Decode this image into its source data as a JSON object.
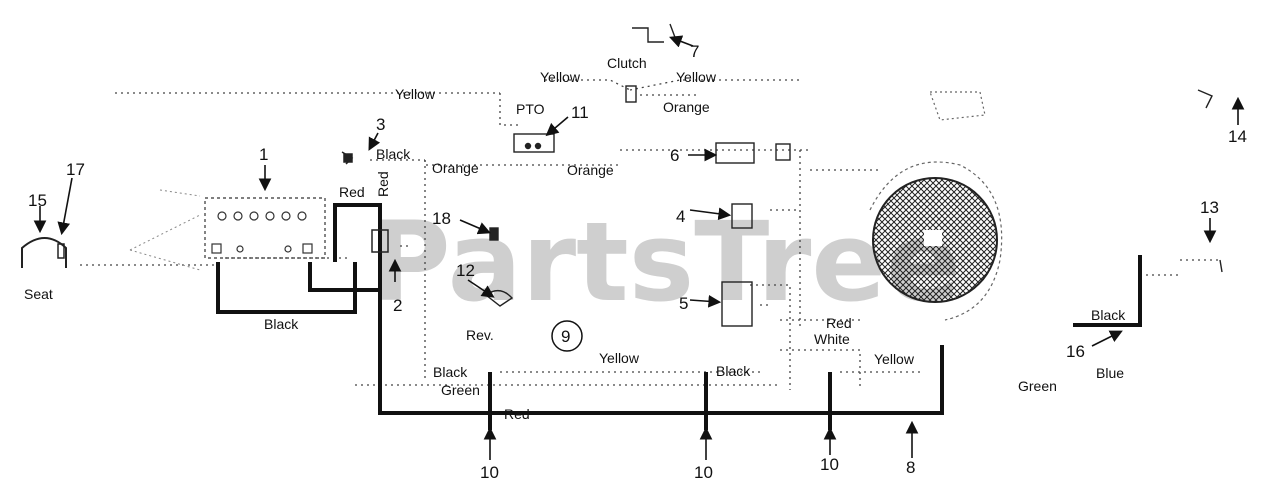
{
  "watermark": "PartsTree",
  "wire_labels": {
    "yellow_top": "Yellow",
    "yellow_clutch_left": "Yellow",
    "yellow_clutch_right": "Yellow",
    "clutch": "Clutch",
    "orange_clutch": "Orange",
    "pto": "PTO",
    "black_switch": "Black",
    "red_vertical": "Red",
    "red_battery": "Red",
    "orange_left": "Orange",
    "orange_right": "Orange",
    "black_battery": "Black",
    "rev": "Rev.",
    "yellow_mid": "Yellow",
    "black_bottom_left": "Black",
    "green_bottom_left": "Green",
    "red_bottom": "Red",
    "black_mid": "Black",
    "red_right": "Red",
    "white_right": "White",
    "yellow_right": "Yellow",
    "black_far_right": "Black",
    "green_far_right": "Green",
    "blue_far_right": "Blue",
    "seat": "Seat"
  },
  "callouts": {
    "n1": "1",
    "n2": "2",
    "n3": "3",
    "n4": "4",
    "n5": "5",
    "n6": "6",
    "n7": "7",
    "n8": "8",
    "n9": "9",
    "n10a": "10",
    "n10b": "10",
    "n10c": "10",
    "n11": "11",
    "n12": "12",
    "n13": "13",
    "n14": "14",
    "n15": "15",
    "n16": "16",
    "n17": "17",
    "n18": "18"
  }
}
